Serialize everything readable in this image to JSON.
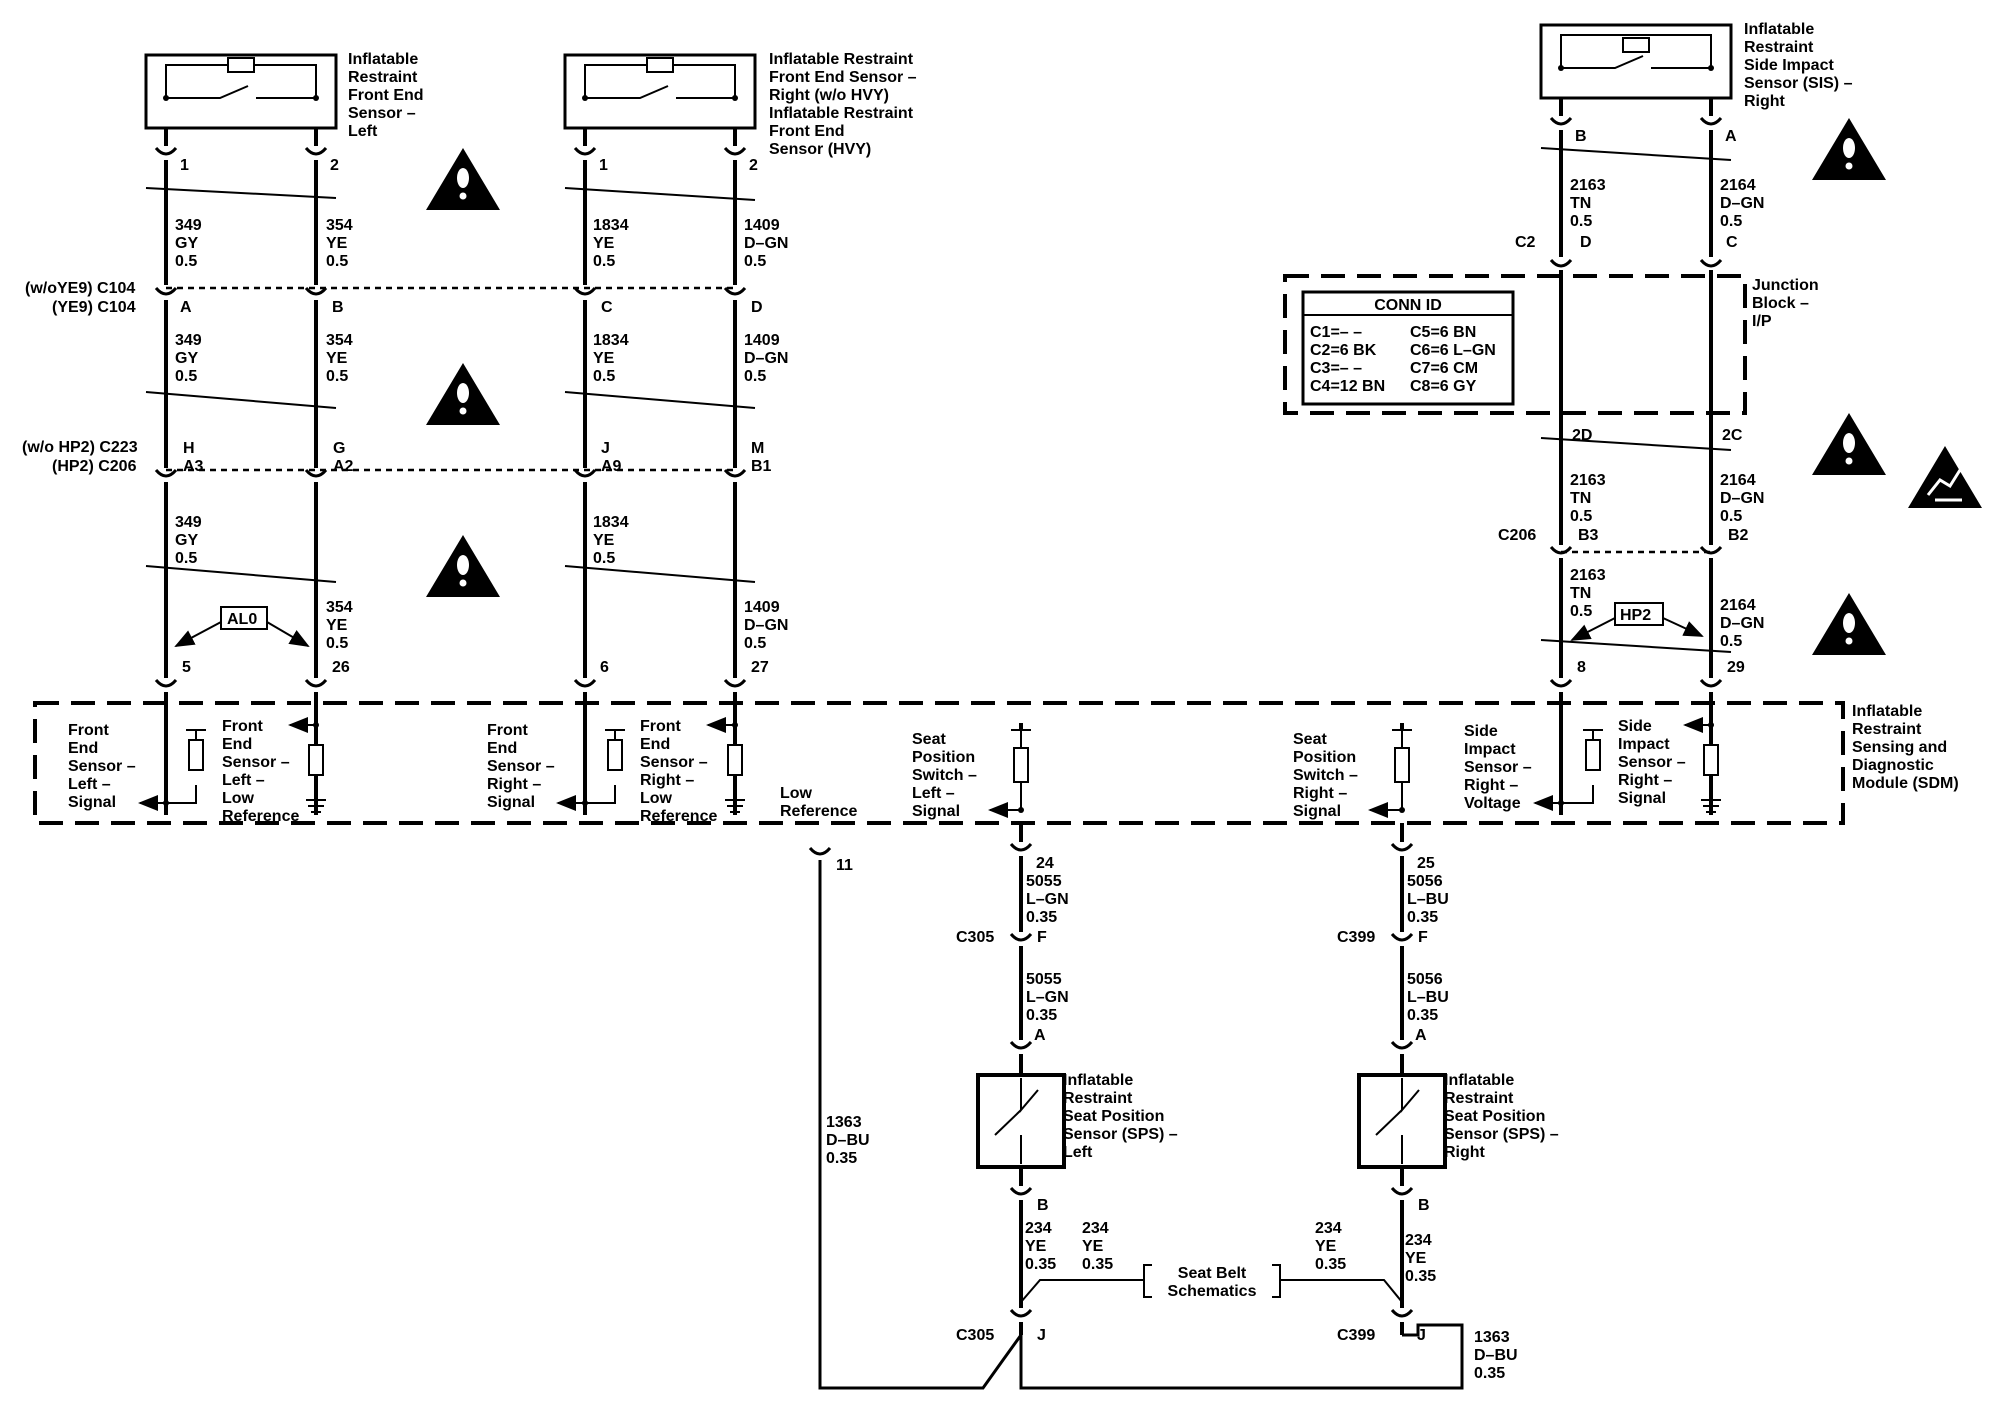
{
  "components": {
    "fes_left": [
      "Inflatable",
      "Restraint",
      "Front End",
      "Sensor –",
      "Left"
    ],
    "fes_right": [
      "Inflatable Restraint",
      "Front End Sensor –",
      "Right (w/o HVY)",
      "Inflatable Restraint",
      "Front End",
      "Sensor (HVY)"
    ],
    "sis_right": [
      "Inflatable",
      "Restraint",
      "Side Impact",
      "Sensor (SIS) –",
      "Right"
    ],
    "junction_block": [
      "Junction",
      "Block –",
      "I/P"
    ],
    "sdm": [
      "Inflatable",
      "Restraint",
      "Sensing and",
      "Diagnostic",
      "Module (SDM)"
    ],
    "sps_left": [
      "Inflatable",
      "Restraint",
      "Seat Position",
      "Sensor (SPS) –",
      "Left"
    ],
    "sps_right": [
      "Inflatable",
      "Restraint",
      "Seat Position",
      "Sensor (SPS) –",
      "Right"
    ],
    "seat_belt": [
      "Seat Belt",
      "Schematics"
    ]
  },
  "conn_id": {
    "title": "CONN ID",
    "left": [
      "C1=– –",
      "C2=6 BK",
      "C3=– –",
      "C4=12 BN"
    ],
    "right": [
      "C5=6 BN",
      "C6=6 L–GN",
      "C7=6 CM",
      "C8=6 GY"
    ]
  },
  "connectors": {
    "c104_a": "(w/oYE9) C104",
    "c104_b": "(YE9) C104",
    "c223": "(w/o HP2) C223",
    "c206_hp2": "(HP2) C206",
    "c2": "C2",
    "c206": "C206",
    "c305": "C305",
    "c399": "C399"
  },
  "options": {
    "al0": "AL0",
    "hp2": "HP2"
  },
  "pins": {
    "w1_top": "1",
    "w2_top": "2",
    "w3_top": "1",
    "w4_top": "2",
    "w1_c104": "A",
    "w2_c104": "B",
    "w3_c104": "C",
    "w4_c104": "D",
    "w1_c223": "H",
    "w1_c206": "A3",
    "w2_c223": "G",
    "w2_c206": "A2",
    "w3_c223": "J",
    "w3_c206": "A9",
    "w4_c223": "M",
    "w4_c206": "B1",
    "w1_sdm": "5",
    "w2_sdm": "26",
    "w3_sdm": "6",
    "w4_sdm": "27",
    "sis_b": "B",
    "sis_a": "A",
    "c2_d": "D",
    "c2_c": "C",
    "jb_2d": "2D",
    "jb_2c": "2C",
    "c206_b3": "B3",
    "c206_b2": "B2",
    "sdm_8": "8",
    "sdm_29": "29",
    "sdm_11": "11",
    "sdm_24": "24",
    "sdm_25": "25",
    "c305_f": "F",
    "c399_f": "F",
    "spsl_a": "A",
    "spsr_a": "A",
    "spsl_b": "B",
    "spsr_b": "B",
    "c305_j": "J",
    "c399_j": "J"
  },
  "wires": {
    "w349": [
      "349",
      "GY",
      "0.5"
    ],
    "w354": [
      "354",
      "YE",
      "0.5"
    ],
    "w1834": [
      "1834",
      "YE",
      "0.5"
    ],
    "w1409": [
      "1409",
      "D–GN",
      "0.5"
    ],
    "w2163": [
      "2163",
      "TN",
      "0.5"
    ],
    "w2164": [
      "2164",
      "D–GN",
      "0.5"
    ],
    "w5055": [
      "5055",
      "L–GN",
      "0.35"
    ],
    "w5056": [
      "5056",
      "L–BU",
      "0.35"
    ],
    "w234": [
      "234",
      "YE",
      "0.35"
    ],
    "w1363": [
      "1363",
      "D–BU",
      "0.35"
    ]
  },
  "sdm_labels": {
    "fes_l_signal": [
      "Front",
      "End",
      "Sensor –",
      "Left –",
      "Signal"
    ],
    "fes_l_lowref": [
      "Front",
      "End",
      "Sensor –",
      "Left –",
      "Low",
      "Reference"
    ],
    "fes_r_signal": [
      "Front",
      "End",
      "Sensor –",
      "Right –",
      "Signal"
    ],
    "fes_r_lowref": [
      "Front",
      "End",
      "Sensor –",
      "Right –",
      "Low",
      "Reference"
    ],
    "low_ref": [
      "Low",
      "Reference"
    ],
    "sps_l_signal": [
      "Seat",
      "Position",
      "Switch –",
      "Left –",
      "Signal"
    ],
    "sps_r_signal": [
      "Seat",
      "Position",
      "Switch –",
      "Right –",
      "Signal"
    ],
    "sis_voltage": [
      "Side",
      "Impact",
      "Sensor –",
      "Right –",
      "Voltage"
    ],
    "sis_signal": [
      "Side",
      "Impact",
      "Sensor –",
      "Right –",
      "Signal"
    ]
  },
  "icons": [
    "caution-icon",
    "esd-icon"
  ]
}
